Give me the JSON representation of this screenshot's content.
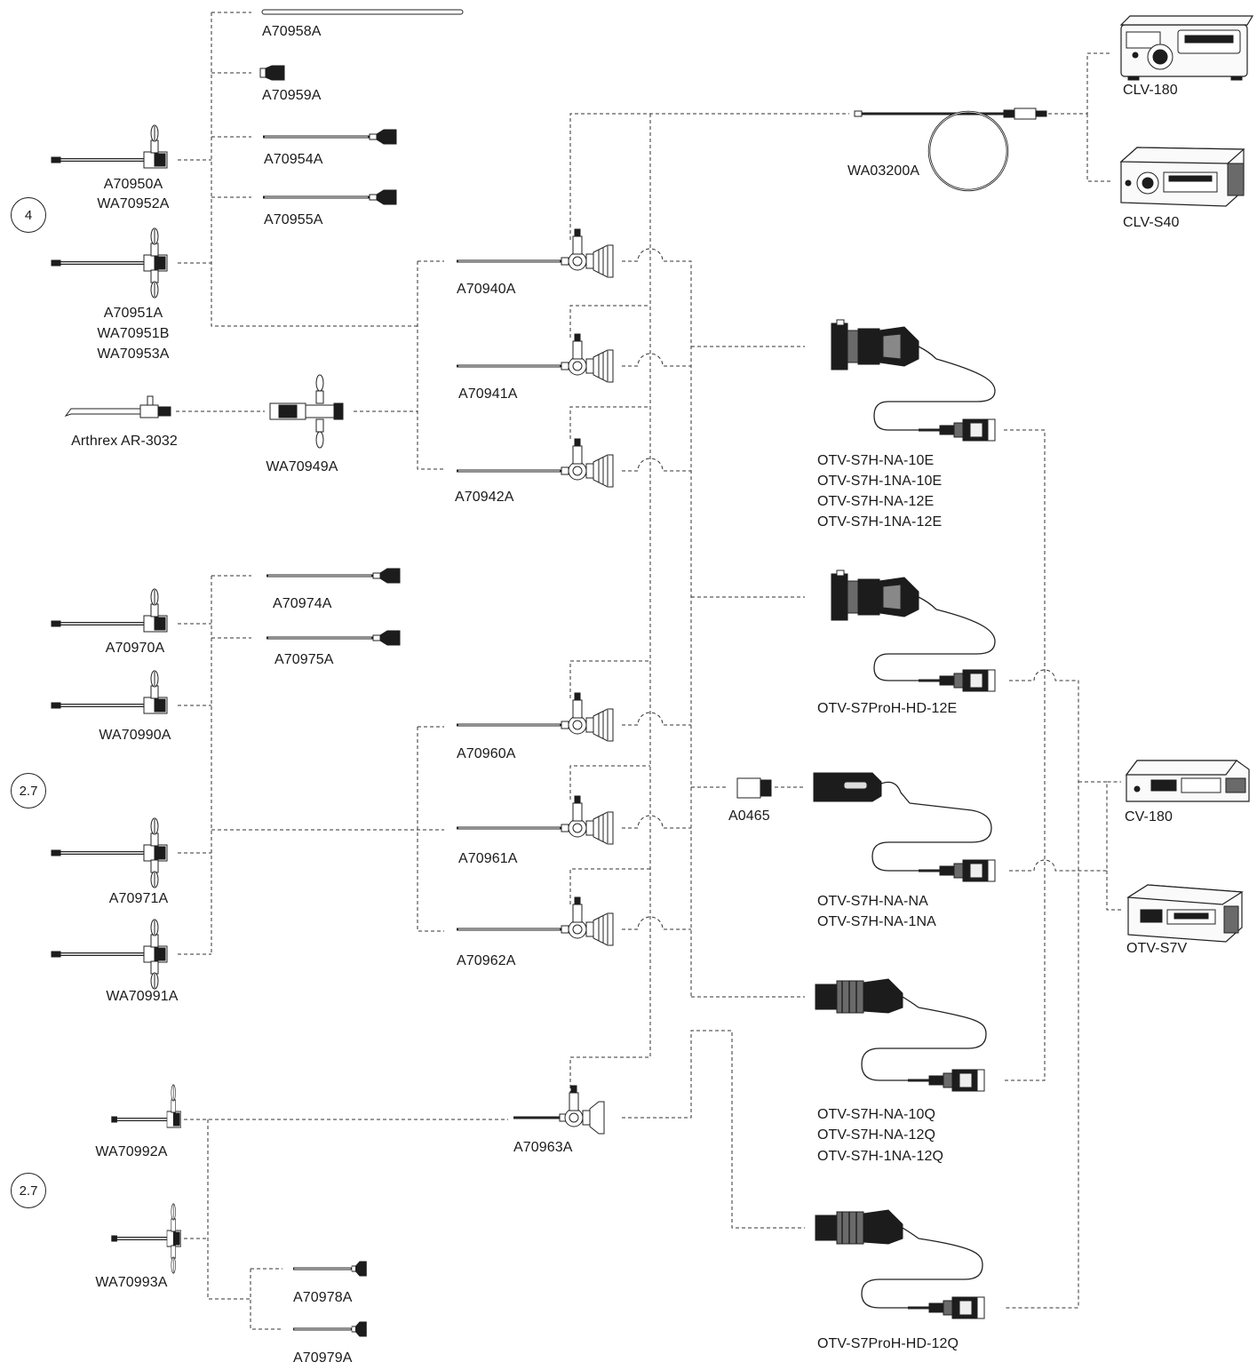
{
  "labels": {
    "a70958a": "A70958A",
    "a70959a": "A70959A",
    "a70954a": "A70954A",
    "a70955a": "A70955A",
    "a70950a": "A70950A",
    "wa70952a": "WA70952A",
    "a70951a": "A70951A",
    "wa70951b": "WA70951B",
    "wa70953a": "WA70953A",
    "arthrex": "Arthrex AR-3032",
    "wa70949a": "WA70949A",
    "a70940a": "A70940A",
    "a70941a": "A70941A",
    "a70942a": "A70942A",
    "wa03200a": "WA03200A",
    "clv180": "CLV-180",
    "clvs40": "CLV-S40",
    "otv_10e_1": "OTV-S7H-NA-10E",
    "otv_10e_2": "OTV-S7H-1NA-10E",
    "otv_10e_3": "OTV-S7H-NA-12E",
    "otv_10e_4": "OTV-S7H-1NA-12E",
    "a70974a": "A70974A",
    "a70975a": "A70975A",
    "a70970a": "A70970A",
    "wa70990a": "WA70990A",
    "otv_prohd_12e": "OTV-S7ProH-HD-12E",
    "a70960a": "A70960A",
    "a70961a": "A70961A",
    "a70962a": "A70962A",
    "a0465": "A0465",
    "cv180": "CV-180",
    "otvs7v": "OTV-S7V",
    "a70971a": "A70971A",
    "wa70991a": "WA70991A",
    "otv_na_1": "OTV-S7H-NA-NA",
    "otv_na_2": "OTV-S7H-NA-1NA",
    "wa70992a": "WA70992A",
    "a70963a": "A70963A",
    "otv_q_1": "OTV-S7H-NA-10Q",
    "otv_q_2": "OTV-S7H-NA-12Q",
    "otv_q_3": "OTV-S7H-1NA-12Q",
    "wa70993a": "WA70993A",
    "a70978a": "A70978A",
    "a70979a": "A70979A",
    "otv_prohd_12q": "OTV-S7ProH-HD-12Q"
  },
  "sizes": {
    "group1": "4",
    "group2": "2.7",
    "group3": "2.7"
  },
  "colors": {
    "line": "#333333",
    "ink": "#1a1a1a",
    "background": "#ffffff"
  }
}
